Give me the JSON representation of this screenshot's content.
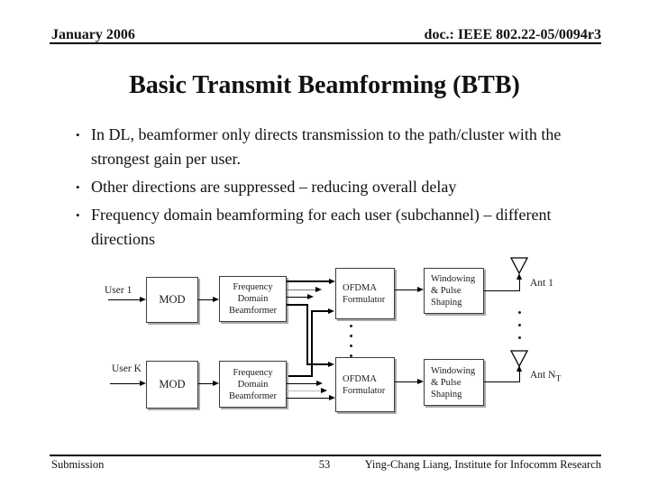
{
  "header": {
    "date": "January 2006",
    "doc_id": "doc.: IEEE 802.22-05/0094r3"
  },
  "title": "Basic Transmit Beamforming (BTB)",
  "bullet_char": "•",
  "bullets": [
    "In DL, beamformer only directs transmission to the path/cluster with the strongest gain per user.",
    "Other directions are suppressed – reducing overall delay",
    "Frequency domain beamforming for each user (subchannel) – different directions"
  ],
  "diagram": {
    "rows": [
      {
        "user": "User 1",
        "mod": "MOD",
        "beamformer": "Frequency Domain Beamformer",
        "ofdma": "OFDMA Formulator",
        "windowing": "Windowing & Pulse Shaping",
        "antenna": "Ant 1",
        "antenna_sub": ""
      },
      {
        "user": "User K",
        "mod": "MOD",
        "beamformer": "Frequency Domain Beamformer",
        "ofdma": "OFDMA Formulator",
        "windowing": "Windowing & Pulse Shaping",
        "antenna": "Ant N",
        "antenna_sub": "T"
      }
    ]
  },
  "footer": {
    "left": "Submission",
    "page": "53",
    "right": "Ying-Chang Liang, Institute for Infocomm Research"
  },
  "colors": {
    "background": "#ffffff",
    "text": "#111111",
    "line": "#000000",
    "box_border": "#3c3c3c",
    "box_shadow": "#a9a9a9",
    "faint_line": "#bdbdbd"
  }
}
